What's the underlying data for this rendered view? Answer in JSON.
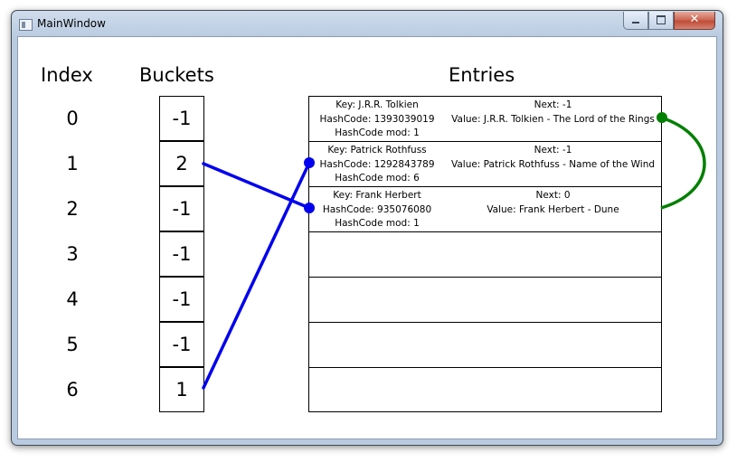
{
  "window": {
    "title": "MainWindow",
    "min_glyph": "",
    "max_glyph": "",
    "close_glyph": "✕"
  },
  "headers": {
    "index": "Index",
    "buckets": "Buckets",
    "entries": "Entries"
  },
  "indices": [
    "0",
    "1",
    "2",
    "3",
    "4",
    "5",
    "6"
  ],
  "buckets": [
    "-1",
    "2",
    "-1",
    "-1",
    "-1",
    "-1",
    "1"
  ],
  "entries": [
    {
      "key": "Key: J.R.R. Tolkien",
      "hashcode": "HashCode: 1393039019",
      "mod": "HashCode mod: 1",
      "next": "Next: -1",
      "value": "Value: J.R.R. Tolkien - The Lord of the Rings"
    },
    {
      "key": "Key: Patrick Rothfuss",
      "hashcode": "HashCode: 1292843789",
      "mod": "HashCode mod: 6",
      "next": "Next: -1",
      "value": "Value: Patrick Rothfuss - Name of the Wind"
    },
    {
      "key": "Key: Frank Herbert",
      "hashcode": "HashCode: 935076080",
      "mod": "HashCode mod: 1",
      "next": "Next: 0",
      "value": "Value: Frank Herbert - Dune"
    },
    {
      "key": "",
      "hashcode": "",
      "mod": "",
      "next": "",
      "value": ""
    },
    {
      "key": "",
      "hashcode": "",
      "mod": "",
      "next": "",
      "value": ""
    },
    {
      "key": "",
      "hashcode": "",
      "mod": "",
      "next": "",
      "value": ""
    },
    {
      "key": "",
      "hashcode": "",
      "mod": "",
      "next": "",
      "value": ""
    }
  ],
  "colors": {
    "bucket_link": "#0000ee",
    "next_link": "#008000"
  }
}
